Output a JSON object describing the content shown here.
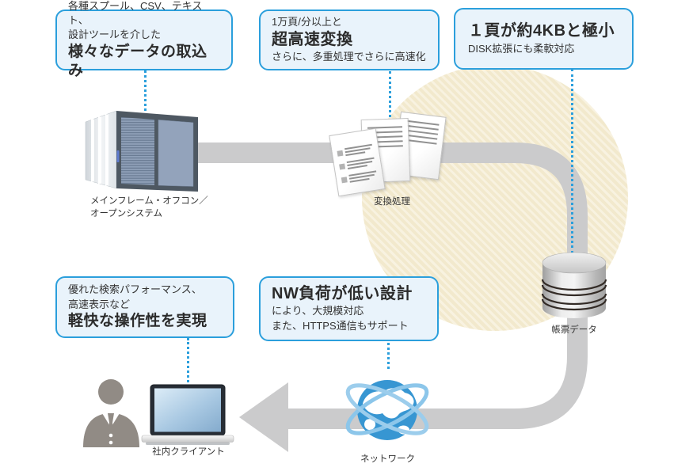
{
  "callouts": {
    "import": {
      "line1": "各種スプール、CSV、テキスト、",
      "line2": "設計ツールを介した",
      "title": "様々なデータの取込み"
    },
    "speed": {
      "line1": "1万頁/分以上と",
      "title": "超高速変換",
      "line2": "さらに、多重処理でさらに高速化"
    },
    "size": {
      "title": "１頁が約4KBと極小",
      "line1": "DISK拡張にも柔軟対応"
    },
    "ux": {
      "line1": "優れた検索パフォーマンス、",
      "line2": "高速表示など",
      "title": "軽快な操作性を実現"
    },
    "network": {
      "title": "NW負荷が低い設計",
      "line1": "により、大規模対応",
      "line2": "また、HTTPS通信もサポート"
    }
  },
  "nodes": {
    "mainframe": {
      "label_line1": "メインフレーム・オフコン／",
      "label_line2": "オープンシステム"
    },
    "conversion": {
      "label": "変換処理"
    },
    "database": {
      "label": "帳票データ"
    },
    "network": {
      "label": "ネットワーク"
    },
    "client": {
      "label": "社内クライアント"
    }
  },
  "icons": {
    "mainframe": "server-cabinet-icon",
    "conversion": "documents-icon",
    "database": "database-cylinder-icon",
    "network": "globe-icon",
    "client_person": "person-icon",
    "client_laptop": "laptop-icon",
    "flow": "pipe-arrow-left"
  },
  "colors": {
    "callout_border": "#2b9fdc",
    "callout_fill": "#e9f3fb",
    "connector_dotted": "#2b9fdc",
    "pipe_gray": "#cbcbcc",
    "hatch_base": "#f2e9cd",
    "hatch_stripe": "#f8f2e0",
    "globe_blue": "#3796d2",
    "panel_blue_gray": "#93a3bb",
    "text": "#333333"
  }
}
